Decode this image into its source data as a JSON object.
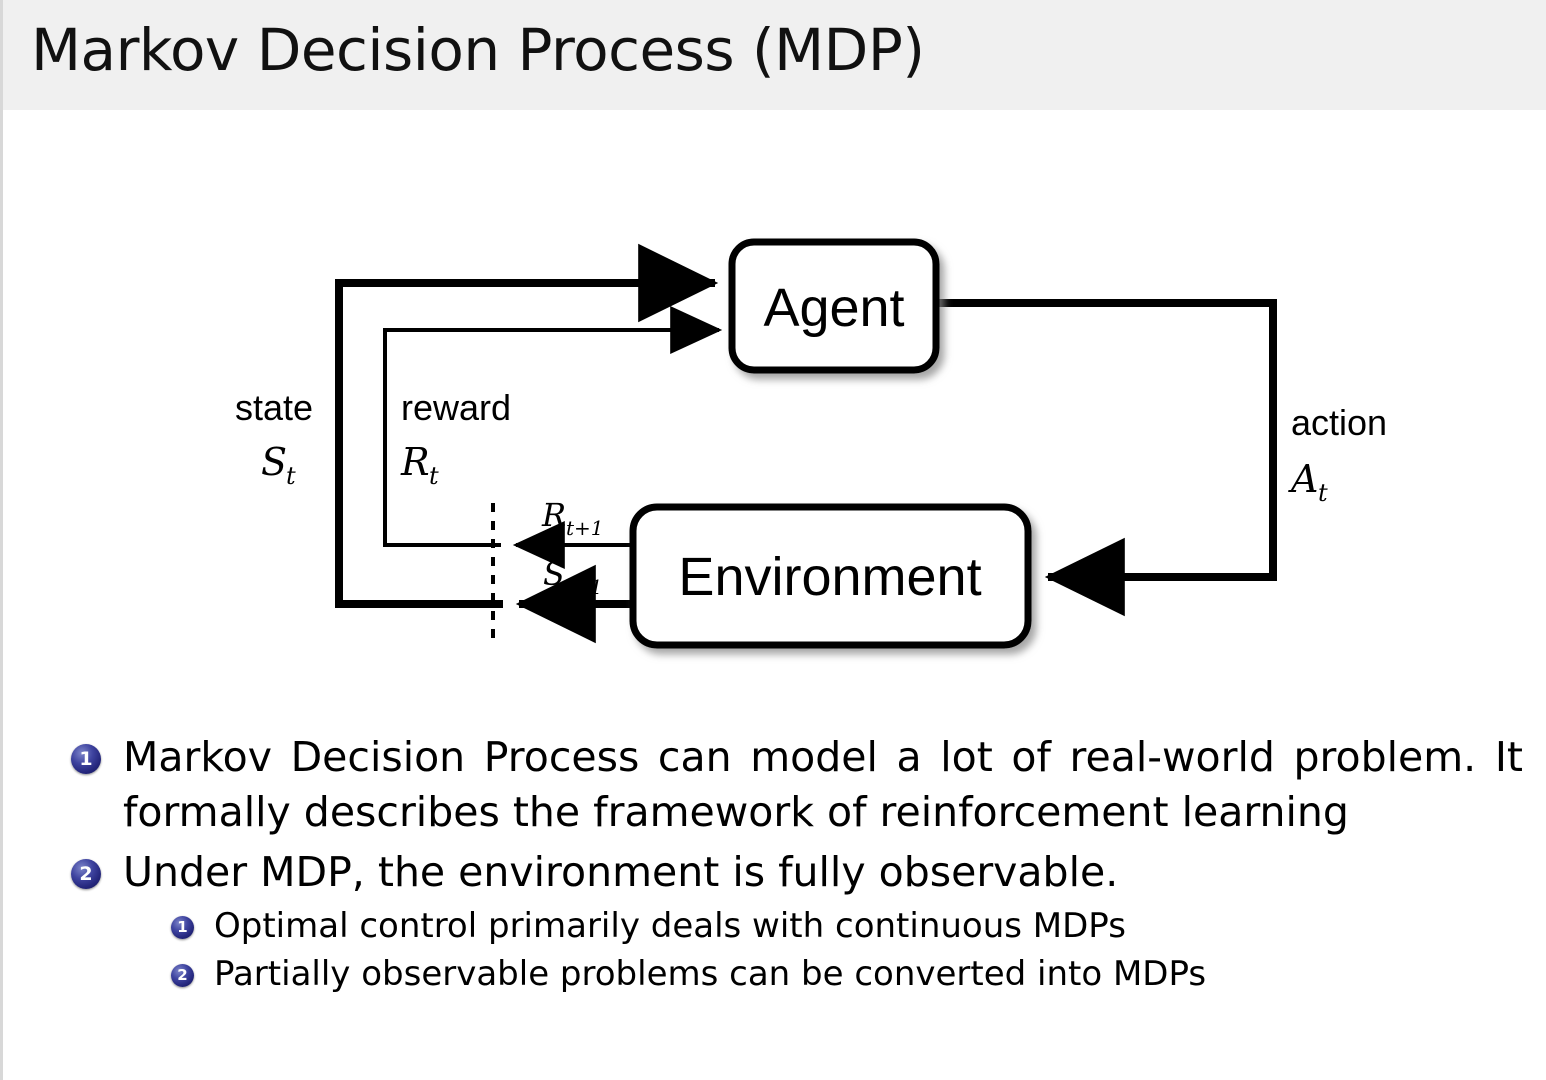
{
  "slide": {
    "title": "Markov Decision Process (MDP)",
    "header_bg": "#f0f0f0",
    "body_bg": "#ffffff",
    "accent_bullet_color": "#23257a"
  },
  "diagram": {
    "name": "agent-environment-interaction-loop",
    "nodes": [
      {
        "id": "agent",
        "label": "Agent"
      },
      {
        "id": "environment",
        "label": "Environment"
      }
    ],
    "edge_labels": {
      "state_word": "state",
      "state_symbol": "S",
      "state_symbol_sub": "t",
      "reward_word": "reward",
      "reward_symbol": "R",
      "reward_symbol_sub": "t",
      "action_word": "action",
      "action_symbol": "A",
      "action_symbol_sub": "t",
      "next_reward_symbol": "R",
      "next_reward_sub": "t+1",
      "next_state_symbol": "S",
      "next_state_sub": "t+1"
    }
  },
  "content": {
    "bullets": [
      {
        "num": "1",
        "text": "Markov Decision Process can model a lot of real-world problem. It formally describes the framework of reinforcement learning",
        "children": []
      },
      {
        "num": "2",
        "text": "Under MDP, the environment is fully observable.",
        "children": [
          {
            "num": "1",
            "text": "Optimal control primarily deals with continuous MDPs"
          },
          {
            "num": "2",
            "text": "Partially observable problems can be converted into MDPs"
          }
        ]
      }
    ]
  }
}
